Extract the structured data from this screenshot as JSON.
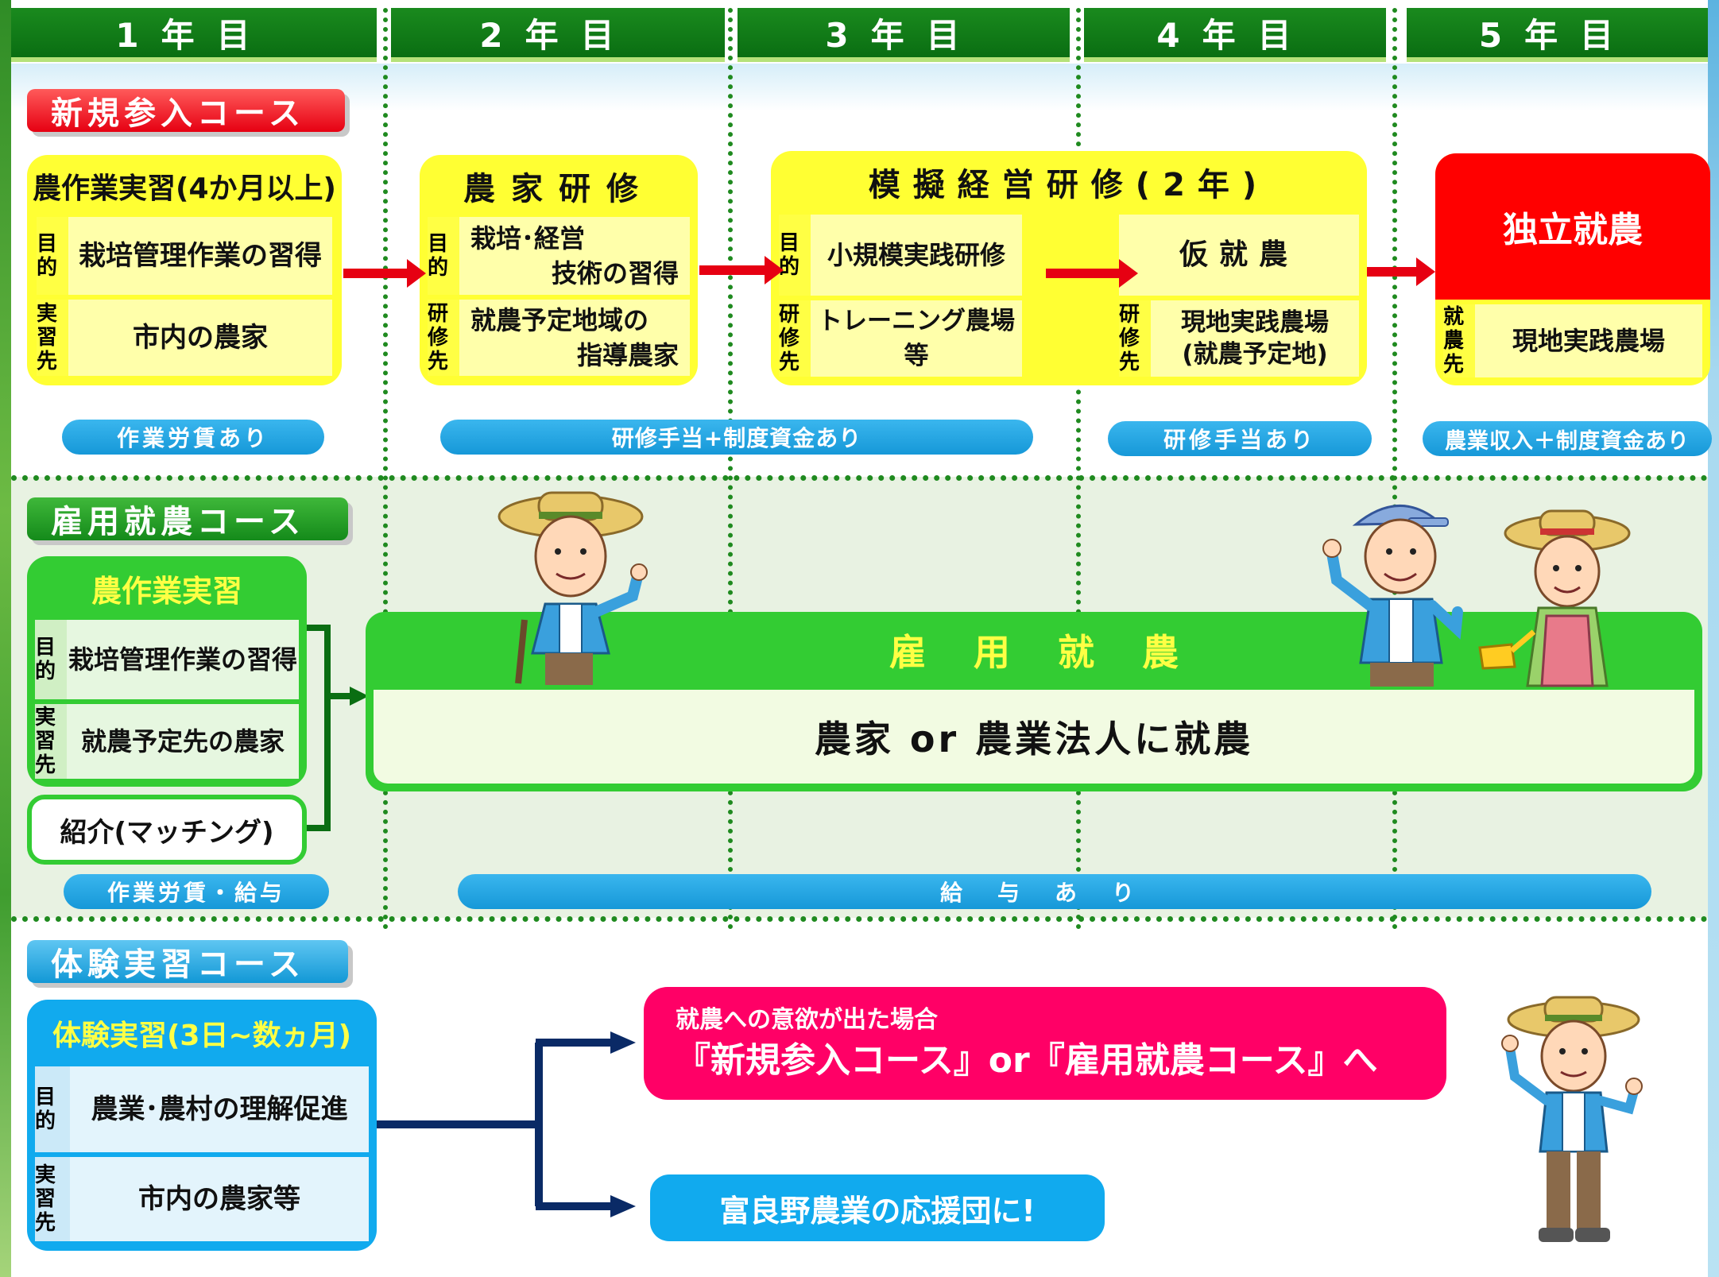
{
  "years": [
    "1年目",
    "2年目",
    "3年目",
    "4年目",
    "5年目"
  ],
  "courses": {
    "new_entry": "新規参入コース",
    "employment": "雇用就農コース",
    "experience": "体験実習コース"
  },
  "new_entry": {
    "card1": {
      "title": "農作業実習(4か月以上)",
      "purpose_label": "目的",
      "purpose": "栽培管理作業の習得",
      "place_label": "実習先",
      "place": "市内の農家"
    },
    "card2": {
      "title": "農家研修",
      "purpose_label": "目的",
      "purpose_line1": "栽培･経営",
      "purpose_line2": "技術の習得",
      "place_label": "研修先",
      "place_line1": "就農予定地域の",
      "place_line2": "指導農家"
    },
    "card3": {
      "title": "模擬経営研修(2年)",
      "purpose_label": "目的",
      "purpose_a": "小規模実践研修",
      "purpose_b": "仮就農",
      "place_label": "研修先",
      "place_a": "トレーニング農場等",
      "place_b_line1": "現地実践農場",
      "place_b_line2": "(就農予定地)"
    },
    "card4": {
      "title": "独立就農",
      "place_label": "就農先",
      "place": "現地実践農場"
    },
    "pills": [
      "作業労賃あり",
      "研修手当+制度資金あり",
      "研修手当あり",
      "農業収入＋制度資金あり"
    ]
  },
  "employment": {
    "card": {
      "title": "農作業実習",
      "purpose_label": "目的",
      "purpose": "栽培管理作業の習得",
      "place_label": "実習先",
      "place": "就農予定先の農家"
    },
    "matching": "紹介(マッチング)",
    "main_title": "雇用就農",
    "main_body": "農家 or 農業法人に就農",
    "pills": [
      "作業労賃・給与",
      "給与あり"
    ]
  },
  "experience": {
    "card": {
      "title": "体験実習(3日~数ヵ月)",
      "purpose_label": "目的",
      "purpose": "農業･農村の理解促進",
      "place_label": "実習先",
      "place": "市内の農家等"
    },
    "outcome1_small": "就農への意欲が出た場合",
    "outcome1_big": "『新規参入コース』or『雇用就農コース』へ",
    "outcome2": "富良野農業の応援団に!"
  },
  "colors": {
    "header_green": "#0a6e12",
    "card_yellow": "#ffff33",
    "red": "#e60012",
    "pill_blue": "#1698d8",
    "employment_green": "#33cc33",
    "experience_blue": "#11aaee",
    "pink": "#ff0066"
  }
}
